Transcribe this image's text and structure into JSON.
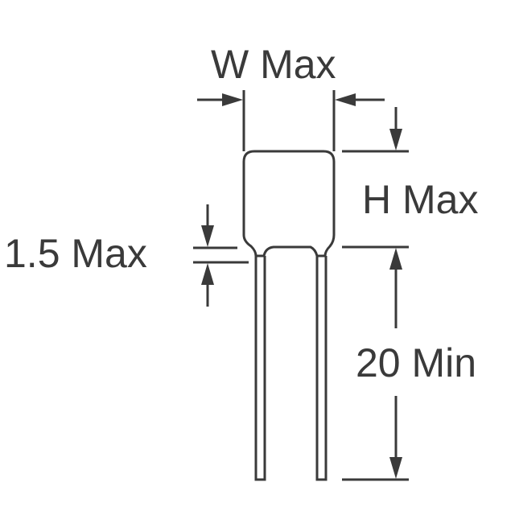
{
  "diagram": {
    "type": "capacitor-dimension-drawing",
    "line_color": "#3a3a3a",
    "background": "#ffffff",
    "labels": {
      "width": "W Max",
      "height": "H Max",
      "lead_gap": "1.5 Max",
      "lead_length": "20 Min"
    }
  }
}
